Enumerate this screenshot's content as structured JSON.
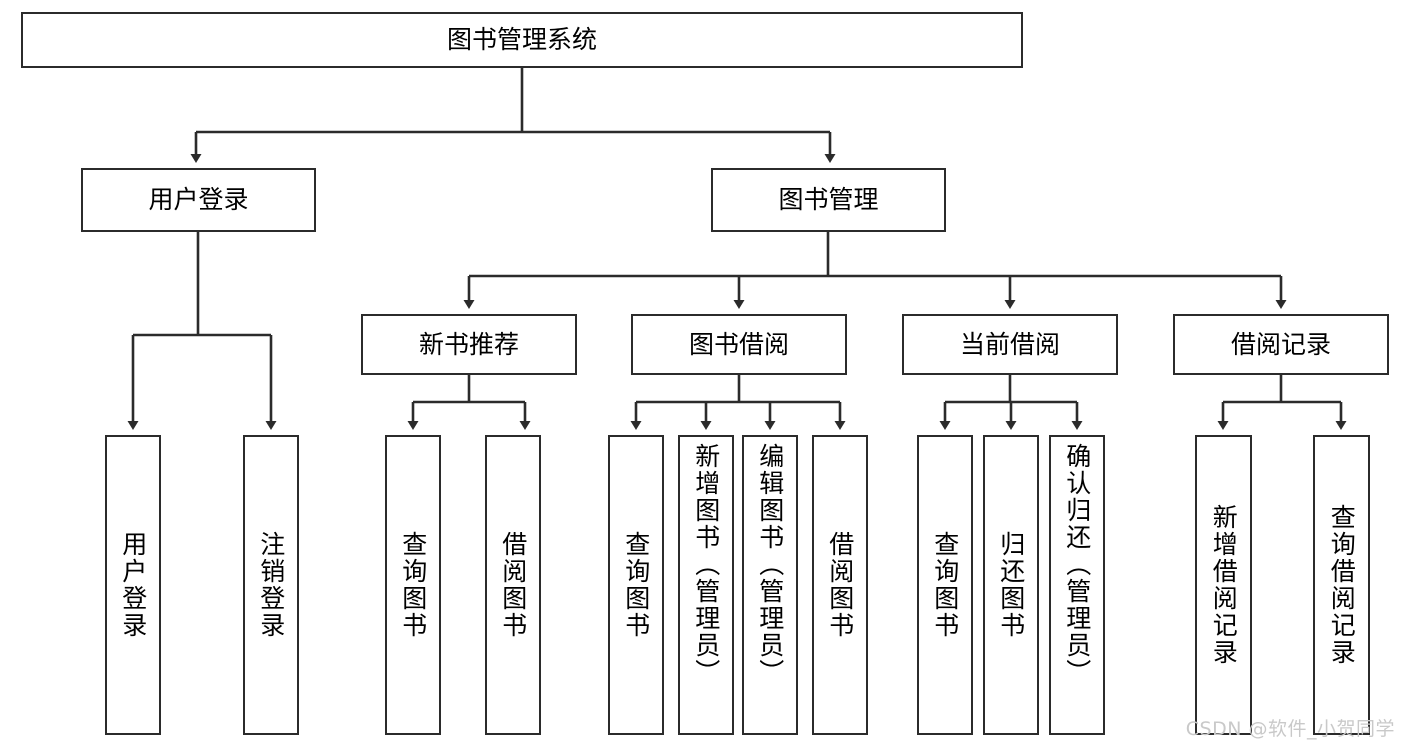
{
  "diagram": {
    "title": "图书管理系统",
    "type": "hierarchy-tree",
    "background": "#ffffff",
    "line_color": "#2b2b2b",
    "text_color": "#000000",
    "root": {
      "label": "图书管理系统",
      "level": 0
    },
    "level1": [
      {
        "label": "用户登录"
      },
      {
        "label": "图书管理"
      }
    ],
    "level2": [
      {
        "label": "新书推荐"
      },
      {
        "label": "图书借阅"
      },
      {
        "label": "当前借阅"
      },
      {
        "label": "借阅记录"
      }
    ],
    "leaves": {
      "user_login": [
        {
          "label": "用户登录"
        },
        {
          "label": "注销登录"
        }
      ],
      "new_book_recommend": [
        {
          "label": "查询图书"
        },
        {
          "label": "借阅图书"
        }
      ],
      "book_borrow": [
        {
          "label": "查询图书"
        },
        {
          "label": "新增图书（管理员）"
        },
        {
          "label": "编辑图书（管理员）"
        },
        {
          "label": "借阅图书"
        }
      ],
      "current_borrow": [
        {
          "label": "查询图书"
        },
        {
          "label": "归还图书"
        },
        {
          "label": "确认归还（管理员）"
        }
      ],
      "borrow_records": [
        {
          "label": "新增借阅记录"
        },
        {
          "label": "查询借阅记录"
        }
      ]
    }
  },
  "watermark": {
    "text": "CSDN @软件_小贺同学"
  }
}
